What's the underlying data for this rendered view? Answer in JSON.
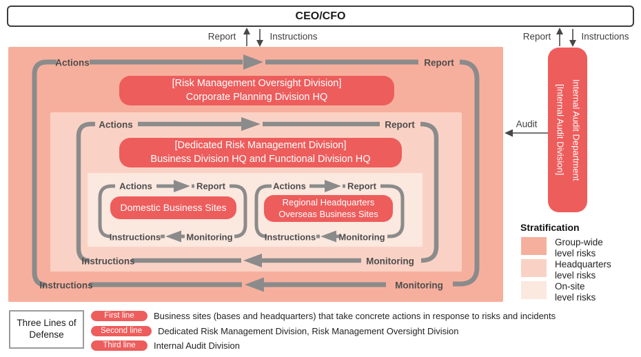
{
  "header": {
    "ceo": "CEO/CFO"
  },
  "labels": {
    "actions": "Actions",
    "report": "Report",
    "instructions": "Instructions",
    "monitoring": "Monitoring",
    "audit": "Audit"
  },
  "boxes": {
    "oversight": {
      "line1": "[Risk Management Oversight Division]",
      "line2": "Corporate Planning Division HQ"
    },
    "dedicated": {
      "line1": "[Dedicated Risk Management Division]",
      "line2": "Business Division HQ and Functional Division HQ"
    },
    "domestic": {
      "line1": "Domestic Business Sites"
    },
    "regional": {
      "line1": "Regional Headquarters",
      "line2": "Overseas Business Sites"
    },
    "internal_audit": {
      "line1": "[Internal Audit Division]",
      "line2": "Internal Audit Department"
    }
  },
  "stratification": {
    "title": "Stratification",
    "items": [
      {
        "label_line1": "Group-wide",
        "label_line2": "level risks",
        "color": "#F6AF9D"
      },
      {
        "label_line1": "Headquarters",
        "label_line2": "level risks",
        "color": "#FAD2C5"
      },
      {
        "label_line1": "On-site",
        "label_line2": "level risks",
        "color": "#FBE8DF"
      }
    ]
  },
  "three_lines": {
    "title_line1": "Three Lines of",
    "title_line2": "Defense",
    "items": [
      {
        "badge": "First line",
        "desc": "Business sites (bases and headquarters) that take concrete actions in response to risks and incidents"
      },
      {
        "badge": "Second line",
        "desc": "Dedicated Risk Management Division, Risk Management Oversight Division"
      },
      {
        "badge": "Third line",
        "desc": "Internal Audit Division"
      }
    ]
  },
  "colors": {
    "group_wide": "#F6AF9D",
    "headquarters": "#FAD2C5",
    "on_site": "#FBE8DF",
    "accent_red": "#ED5D5C",
    "arrow_gray": "#8B8B8B"
  }
}
